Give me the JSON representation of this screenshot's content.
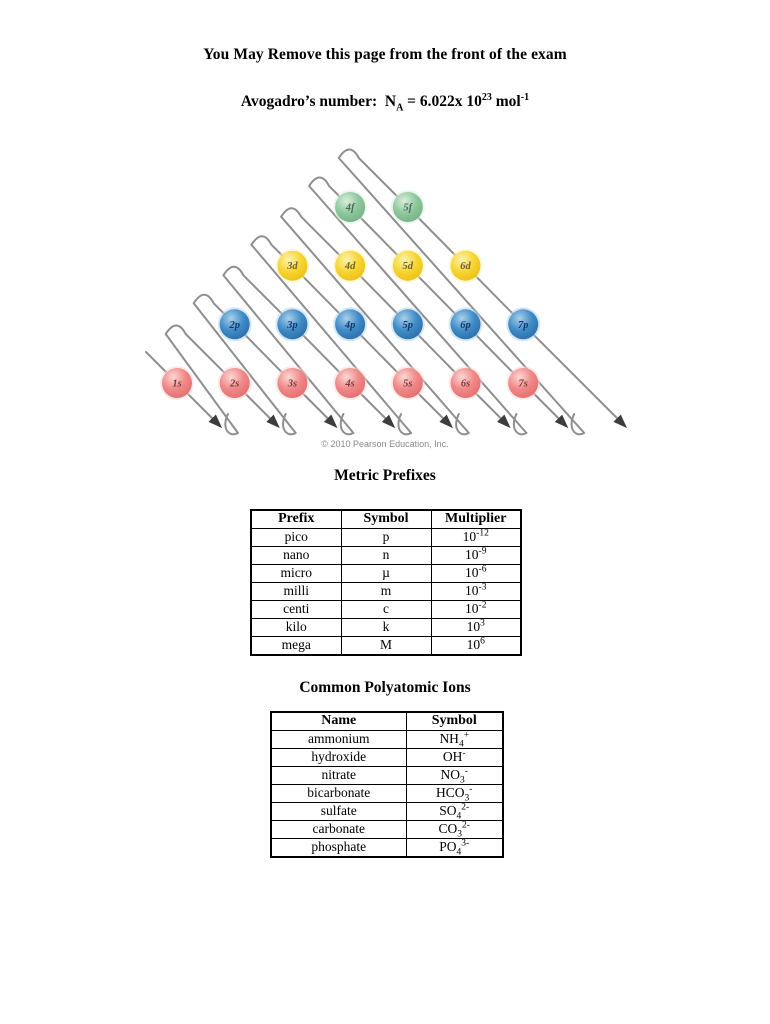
{
  "header": {
    "title": "You May Remove this page from the front of the exam",
    "avogadro": [
      [
        "t",
        "Avogadro’s number:  N"
      ],
      [
        "sub",
        "A"
      ],
      [
        "t",
        " = 6.022x 10"
      ],
      [
        "sup",
        "23"
      ],
      [
        "t",
        " mol"
      ],
      [
        "sup",
        "-1"
      ]
    ]
  },
  "diagram": {
    "credit": "© 2010 Pearson Education, Inc.",
    "orbitals": [
      {
        "label": "1s",
        "type": "s",
        "n": 1
      },
      {
        "label": "2s",
        "type": "s",
        "n": 2
      },
      {
        "label": "3s",
        "type": "s",
        "n": 3
      },
      {
        "label": "4s",
        "type": "s",
        "n": 4
      },
      {
        "label": "5s",
        "type": "s",
        "n": 5
      },
      {
        "label": "6s",
        "type": "s",
        "n": 6
      },
      {
        "label": "7s",
        "type": "s",
        "n": 7
      },
      {
        "label": "2p",
        "type": "p",
        "n": 2
      },
      {
        "label": "3p",
        "type": "p",
        "n": 3
      },
      {
        "label": "4p",
        "type": "p",
        "n": 4
      },
      {
        "label": "5p",
        "type": "p",
        "n": 5
      },
      {
        "label": "6p",
        "type": "p",
        "n": 6
      },
      {
        "label": "7p",
        "type": "p",
        "n": 7
      },
      {
        "label": "3d",
        "type": "d",
        "n": 3
      },
      {
        "label": "4d",
        "type": "d",
        "n": 4
      },
      {
        "label": "5d",
        "type": "d",
        "n": 5
      },
      {
        "label": "6d",
        "type": "d",
        "n": 6
      },
      {
        "label": "4f",
        "type": "f",
        "n": 4
      },
      {
        "label": "5f",
        "type": "f",
        "n": 5
      }
    ],
    "filling_order": [
      [
        "1s"
      ],
      [
        "2s"
      ],
      [
        "2p",
        "3s"
      ],
      [
        "3p",
        "4s"
      ],
      [
        "3d",
        "4p",
        "5s"
      ],
      [
        "4d",
        "5p",
        "6s"
      ],
      [
        "4f",
        "5d",
        "6p",
        "7s"
      ],
      [
        "5f",
        "6d",
        "7p"
      ]
    ],
    "colors": {
      "s": {
        "main": "#f08888",
        "light": "#fbd8d4",
        "dark": "#e56e6e",
        "label": "#7c3a38"
      },
      "p": {
        "main": "#3f8cc7",
        "light": "#a9cfe9",
        "dark": "#2d6ea9",
        "label": "#14366b"
      },
      "d": {
        "main": "#f6d532",
        "light": "#fcf2ae",
        "dark": "#edc016",
        "label": "#6f6130"
      },
      "f": {
        "main": "#8dc89c",
        "light": "#d9eedd",
        "dark": "#75b285",
        "label": "#4e6a54"
      }
    },
    "line_color": "#8f8f8f",
    "arrowhead_color": "#3d3d3d"
  },
  "metric_prefixes": {
    "heading": "Metric Prefixes",
    "columns": [
      "Prefix",
      "Symbol",
      "Multiplier"
    ],
    "rows": [
      {
        "prefix": "pico",
        "symbol": "p",
        "multiplier": [
          [
            "t",
            "10"
          ],
          [
            "sup",
            "-12"
          ]
        ]
      },
      {
        "prefix": "nano",
        "symbol": "n",
        "multiplier": [
          [
            "t",
            "10"
          ],
          [
            "sup",
            "-9"
          ]
        ]
      },
      {
        "prefix": "micro",
        "symbol": "µ",
        "multiplier": [
          [
            "t",
            "10"
          ],
          [
            "sup",
            "-6"
          ]
        ]
      },
      {
        "prefix": "milli",
        "symbol": "m",
        "multiplier": [
          [
            "t",
            "10"
          ],
          [
            "sup",
            "-3"
          ]
        ]
      },
      {
        "prefix": "centi",
        "symbol": "c",
        "multiplier": [
          [
            "t",
            "10"
          ],
          [
            "sup",
            "-2"
          ]
        ]
      },
      {
        "prefix": "kilo",
        "symbol": "k",
        "multiplier": [
          [
            "t",
            "10"
          ],
          [
            "sup",
            "3"
          ]
        ]
      },
      {
        "prefix": "mega",
        "symbol": "M",
        "multiplier": [
          [
            "t",
            "10"
          ],
          [
            "sup",
            "6"
          ]
        ]
      }
    ]
  },
  "polyatomic_ions": {
    "heading": "Common Polyatomic Ions",
    "columns": [
      "Name",
      "Symbol"
    ],
    "rows": [
      {
        "name": "ammonium",
        "symbol": [
          [
            "t",
            "NH"
          ],
          [
            "sub",
            "4"
          ],
          [
            "sup",
            "+"
          ]
        ]
      },
      {
        "name": "hydroxide",
        "symbol": [
          [
            "t",
            "OH"
          ],
          [
            "sup",
            "-"
          ]
        ]
      },
      {
        "name": "nitrate",
        "symbol": [
          [
            "t",
            "NO"
          ],
          [
            "sub",
            "3"
          ],
          [
            "sup",
            "-"
          ]
        ]
      },
      {
        "name": "bicarbonate",
        "symbol": [
          [
            "t",
            "HCO"
          ],
          [
            "sub",
            "3"
          ],
          [
            "sup",
            "-"
          ]
        ]
      },
      {
        "name": "sulfate",
        "symbol": [
          [
            "t",
            "SO"
          ],
          [
            "sub",
            "4"
          ],
          [
            "sup",
            "2-"
          ]
        ]
      },
      {
        "name": "carbonate",
        "symbol": [
          [
            "t",
            "CO"
          ],
          [
            "sub",
            "3"
          ],
          [
            "sup",
            "2-"
          ]
        ]
      },
      {
        "name": "phosphate",
        "symbol": [
          [
            "t",
            "PO"
          ],
          [
            "sub",
            "4"
          ],
          [
            "sup",
            "3-"
          ]
        ]
      }
    ]
  }
}
